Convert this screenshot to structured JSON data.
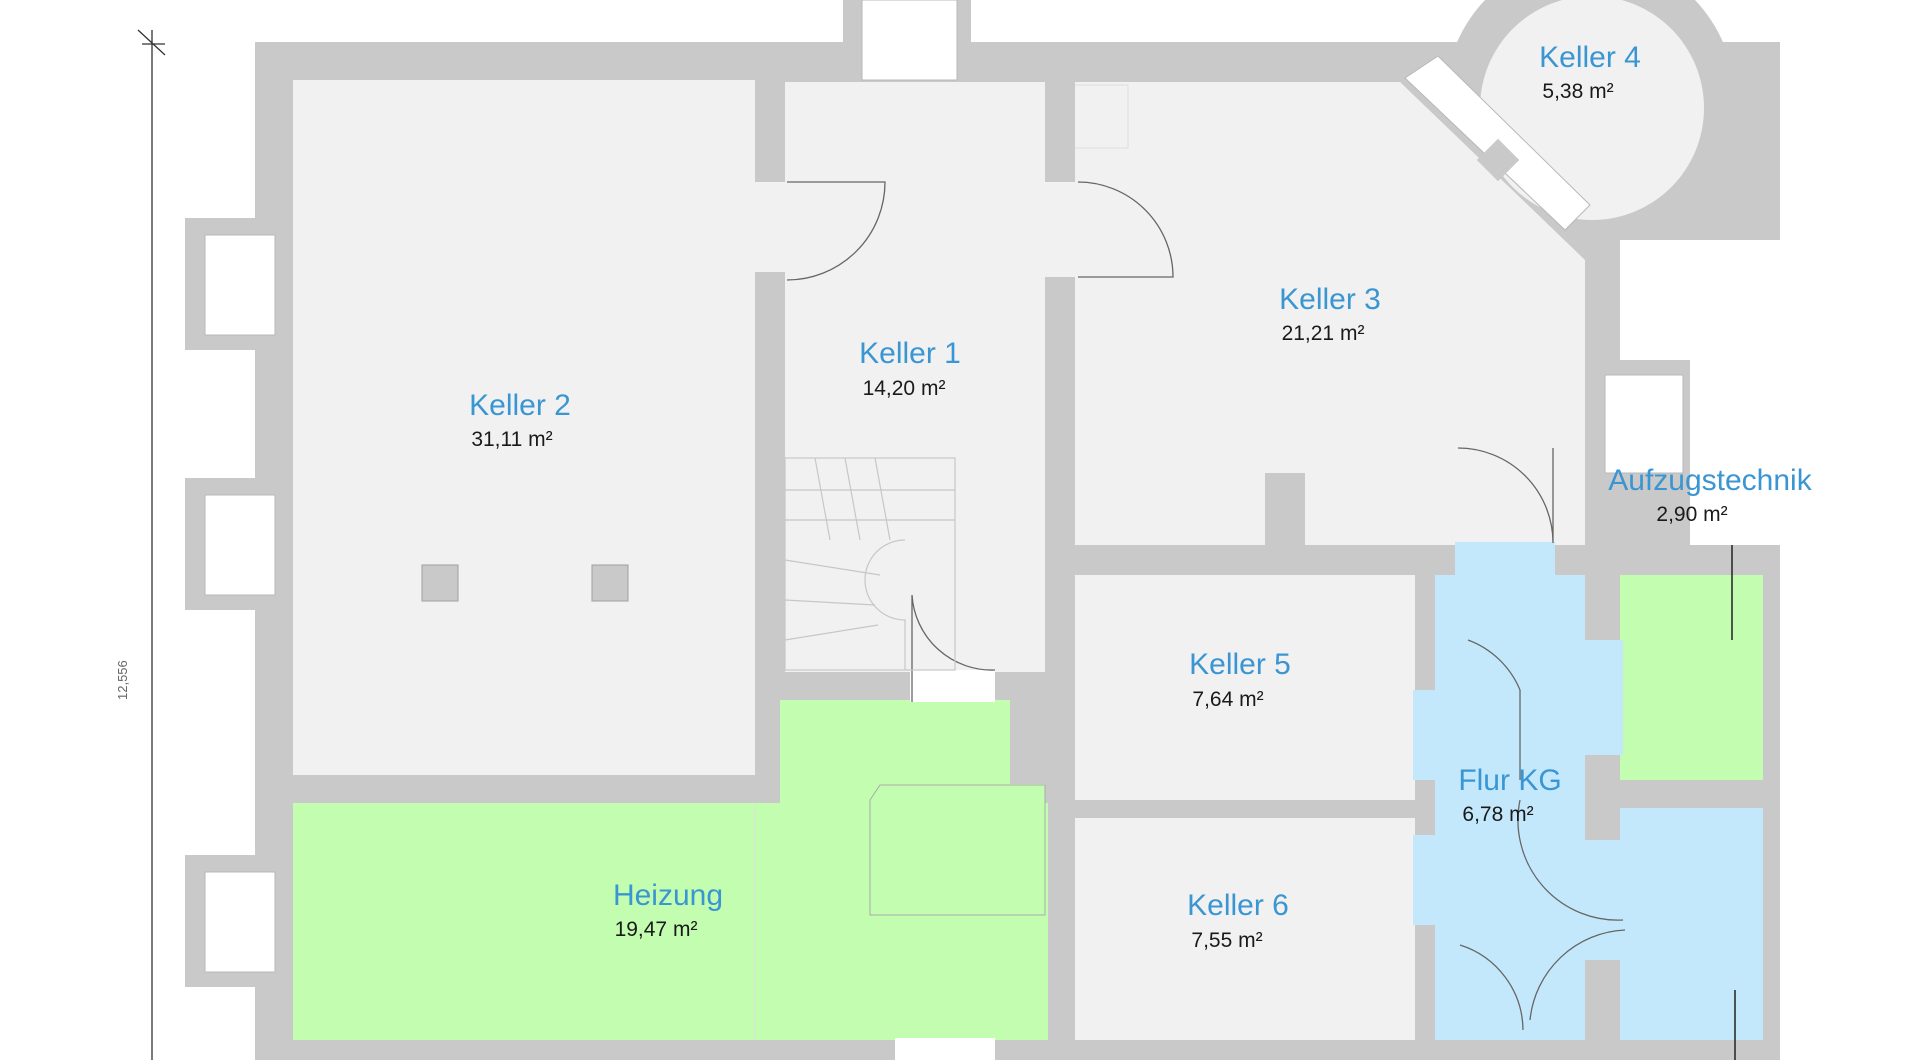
{
  "colors": {
    "wall": "#c9c9c9",
    "room_gray": "#f1f1f2",
    "room_green": "#c3fdb0",
    "room_blue": "#c4e8fb",
    "label_blue": "#3a96d2",
    "text": "#1a1a1a"
  },
  "dimension": {
    "height_label": "12,556"
  },
  "rooms": {
    "keller1": {
      "name": "Keller 1",
      "area": "14,20 m²"
    },
    "keller2": {
      "name": "Keller 2",
      "area": "31,11 m²"
    },
    "keller3": {
      "name": "Keller 3",
      "area": "21,21 m²"
    },
    "keller4": {
      "name": "Keller 4",
      "area": "5,38 m²"
    },
    "keller5": {
      "name": "Keller 5",
      "area": "7,64 m²"
    },
    "keller6": {
      "name": "Keller 6",
      "area": "7,55 m²"
    },
    "heizung": {
      "name": "Heizung",
      "area": "19,47 m²"
    },
    "flur": {
      "name": "Flur KG",
      "area": "6,78 m²"
    },
    "aufzug": {
      "name": "Aufzugstechnik",
      "area": "2,90 m²"
    }
  }
}
